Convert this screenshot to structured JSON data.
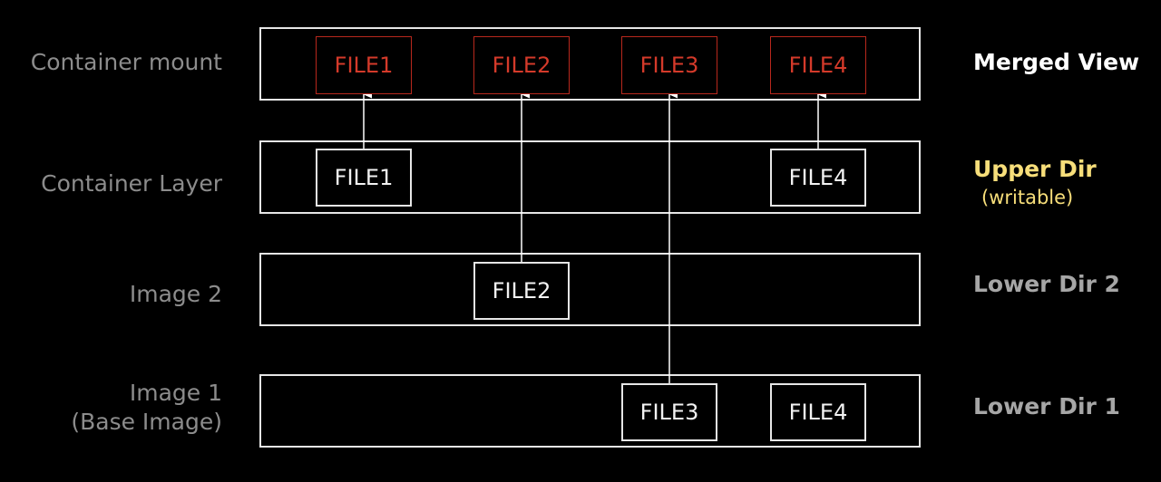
{
  "rows": {
    "merged": {
      "left_label": "Container mount",
      "right_label": "Merged View",
      "right_color": "#ffffff",
      "files": [
        "FILE1",
        "FILE2",
        "FILE3",
        "FILE4"
      ]
    },
    "upper": {
      "left_label": "Container Layer",
      "right_label": "Upper Dir",
      "right_sub": "(writable)",
      "right_color": "#f7de7a",
      "files": [
        "FILE1",
        "FILE4"
      ]
    },
    "lower2": {
      "left_label": "Image 2",
      "right_label": "Lower Dir 2",
      "right_color": "#a6a6a6",
      "files": [
        "FILE2"
      ]
    },
    "lower1": {
      "left_label_line1": "Image 1",
      "left_label_line2": "(Base Image)",
      "right_label": "Lower Dir 1",
      "right_color": "#a6a6a6",
      "files": [
        "FILE3",
        "FILE4"
      ]
    }
  },
  "colors": {
    "frame": "#e6e6e6",
    "merged_file": "#d43a2a",
    "left_label": "#8c8c8c"
  }
}
